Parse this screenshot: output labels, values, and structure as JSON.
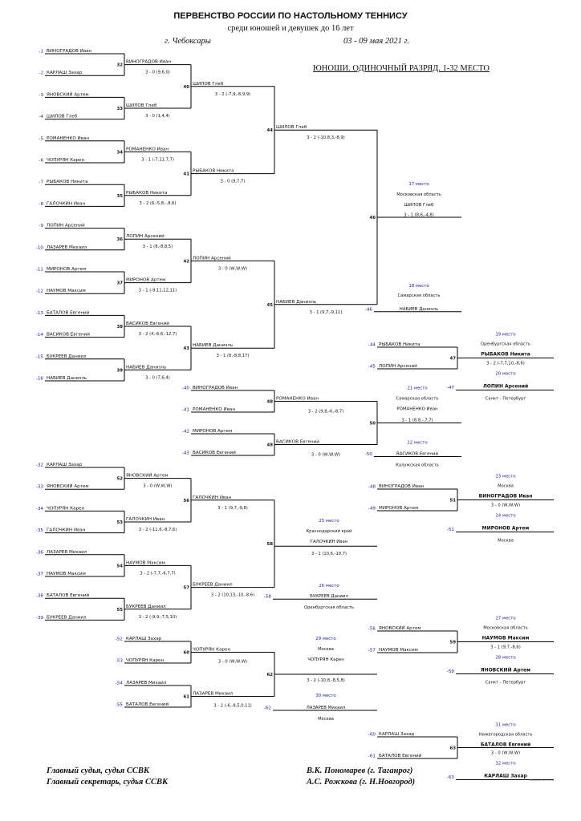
{
  "header": {
    "title": "ПЕРВЕНСТВО РОССИИ ПО НАСТОЛЬНОМУ ТЕННИСУ",
    "subtitle": "среди юношей и девушек до 16 лет",
    "city": "г. Чебоксары",
    "dates": "03 - 09 мая 2021 г.",
    "event": "ЮНОШИ.  ОДИНОЧНЫЙ РАЗРЯД. 1-32 МЕСТО"
  },
  "footer": {
    "chief_judge_title": "Главный судья, судья ССВК",
    "chief_judge_name": "В.К. Пономарев (г. Таганрог)",
    "secretary_title": "Главный секретарь, судья ССВК",
    "secretary_name": "А.С. Рожкова (г. Н.Новгород)",
    "watermark": "ttwayasamsunda.ru"
  },
  "colors": {
    "line": "#000000",
    "seed": "#1a1aa0",
    "place": "#1a1aa0"
  },
  "matches": [
    {
      "n": "32",
      "a": "-1",
      "an": "ВИНОГРАДОВ Иван",
      "b": "-2",
      "bn": "КАРЛАШ Захар",
      "w": "ВИНОГРАДОВ Иван",
      "s": "3 - 0 (9,6,0)"
    },
    {
      "n": "33",
      "a": "-3",
      "an": "ЯНОВСКИЙ Артем",
      "b": "-4",
      "bn": "ШИЛОВ Глеб",
      "w": "ШИЛОВ Глеб",
      "s": "3 - 0 (1,4,4)"
    },
    {
      "n": "34",
      "a": "-5",
      "an": "РОМАНЕНКО Иван",
      "b": "-6",
      "bn": "ЧОПУРЯН Карен",
      "w": "РОМАНЕНКО Иван",
      "s": "3 - 1 (-7,11,7,7)"
    },
    {
      "n": "35",
      "a": "-7",
      "an": "РЫБАКОВ Никита",
      "b": "-8",
      "bn": "ГАЛОЧКИН Иван",
      "w": "РЫБАКОВ Никита",
      "s": "3 - 2 (6,-5,8,-,8,6)"
    },
    {
      "n": "36",
      "a": "-9",
      "an": "ЛОПИН Арсений",
      "b": "-10",
      "bn": "ЛАЗАРЕВ Михаил",
      "w": "ЛОПИН Арсений",
      "s": "3 - 1 (8,-8,8,5)"
    },
    {
      "n": "37",
      "a": "-11",
      "an": "МИРОНОВ Артем",
      "b": "-12",
      "bn": "НАУМОВ Максим",
      "w": "МИРОНОВ Артем",
      "s": "3 - 1 (-9,11,12,11)"
    },
    {
      "n": "38",
      "a": "-13",
      "an": "БАТАЛОВ Евгений",
      "b": "-14",
      "bn": "ВАСИКОВ Евгений",
      "w": "ВАСИКОВ Евгений",
      "s": "3 - 2 (4,-6,6,-12,7)"
    },
    {
      "n": "39",
      "a": "-15",
      "an": "БУКРЕЕВ Даниил",
      "b": "-16",
      "bn": "НАБИЕВ Даниэль",
      "w": "НАБИЕВ Даниэль",
      "s": "3 - 0 (7,6,4)"
    },
    {
      "n": "40",
      "w": "ШИЛОВ Глеб",
      "s": "3 - 2 (-7,9,-8,9,9)"
    },
    {
      "n": "41",
      "w": "РЫБАКОВ Никита",
      "s": "3 - 0 (9,7,7)"
    },
    {
      "n": "42",
      "w": "ЛОПИН Арсений",
      "s": "3 - 0 (W,W,W)"
    },
    {
      "n": "43",
      "w": "НАБИЕВ Даниэль",
      "s": "3 - 1 (8,-8,8,17)"
    },
    {
      "n": "44",
      "w": "ШИЛОВ Глеб",
      "s": "3 - 2 (-10,8,3,-8,9)"
    },
    {
      "n": "45",
      "w": "НАБИЕВ Даниэль",
      "s": "3 - 1 (9,7,-9,11)"
    },
    {
      "n": "46",
      "s": "3 - 1 (8,6,-4,8)"
    },
    {
      "n": "47",
      "a": "-44",
      "an": "РЫБАКОВ Никита",
      "b": "-45",
      "bn": "ЛОПИН Арсений",
      "w": "РЫБАКОВ Никита",
      "s": "3 - 2 (-7,7,10,-8,6)",
      "l": "ЛОПИН Арсений"
    },
    {
      "n": "48",
      "a": "-40",
      "an": "ВИНОГРАДОВ Иван",
      "b": "-41",
      "bn": "РОМАНЕНКО Иван",
      "w": "РОМАНЕНКО Иван",
      "s": "3 - 2 (9,8,-6,-8,7)"
    },
    {
      "n": "49",
      "a": "-42",
      "an": "МИРОНОВ Артем",
      "b": "-43",
      "bn": "ВАСИКОВ Евгений",
      "w": "ВАСИКОВ Евгений",
      "s": "3 - 0 (W,W,W)"
    },
    {
      "n": "50",
      "s": "3 - 1 (8,8,-,7,7)"
    },
    {
      "n": "51",
      "a": "-48",
      "an": "ВИНОГРАДОВ Иван",
      "b": "-49",
      "bn": "МИРОНОВ Артем",
      "w": "ВИНОГРАДОВ Иван",
      "s": "3 - 0 (W,W,W)",
      "l": "МИРОНОВ Артем"
    },
    {
      "n": "52",
      "a": "-32",
      "an": "КАРЛАШ Захар",
      "b": "-33",
      "bn": "ЯНОВСКИЙ Артем",
      "w": "ЯНОВСКИЙ Артем",
      "s": "3 - 0 (W,W,W)"
    },
    {
      "n": "53",
      "a": "-34",
      "an": "ЧОПУРЯН Карен",
      "b": "-35",
      "bn": "ГАЛОЧКИН Иван",
      "w": "ГАЛОЧКИН Иван",
      "s": "3 - 2 (-11,6,-8,7,6)"
    },
    {
      "n": "54",
      "a": "-36",
      "an": "ЛАЗАРЕВ Михаил",
      "b": "-37",
      "bn": "НАУМОВ Максим",
      "w": "НАУМОВ Максим",
      "s": "3 - 2 (-7,7,-6,7,7)"
    },
    {
      "n": "55",
      "a": "-38",
      "an": "БАТАЛОВ Евгений",
      "b": "-39",
      "bn": "БУКРЕЕВ Даниил",
      "w": "БУКРЕЕВ Даниил",
      "s": "3 - 2 (-9,9,-7,5,10)"
    },
    {
      "n": "56",
      "w": "ГАЛОЧКИН Иван",
      "s": "3 - 1 (9,7,-9,8)"
    },
    {
      "n": "57",
      "w": "БУКРЕЕВ Даниил",
      "s": "3 - 2 (10,13,-10,-8,6)"
    },
    {
      "n": "58",
      "s": "3 - 1 (10,6,-10,7)"
    },
    {
      "n": "59",
      "a": "-56",
      "an": "ЯНОВСКИЙ Артем",
      "b": "-57",
      "bn": "НАУМОВ Максим",
      "w": "НАУМОВ Максим",
      "s": "3 - 1 (9,7,-8,6)",
      "l": "ЯНОВСКИЙ Артем"
    },
    {
      "n": "60",
      "a": "-52",
      "an": "КАРЛАШ Захар",
      "b": "-53",
      "bn": "ЧОПУРЯН Карен",
      "w": "ЧОПУРЯН Карен",
      "s": "3 - 0 (W,W,W)"
    },
    {
      "n": "61",
      "a": "-54",
      "an": "ЛАЗАРЕВ Михаил",
      "b": "-55",
      "bn": "БАТАЛОВ Евгений",
      "w": "ЛАЗАРЕВ Михаил",
      "s": "3 - 2 (-6,-8,5,0,11)"
    },
    {
      "n": "62",
      "s": "3 - 2 (-10,8,-8,5,8)"
    },
    {
      "n": "63",
      "a": "-60",
      "an": "КАРЛАШ Захар",
      "b": "-61",
      "bn": "БАТАЛОВ Евгений",
      "w": "БАТАЛОВ Евгений",
      "s": "3 - 0 (W,W,W)",
      "l": "КАРЛАШ Захар"
    }
  ],
  "places": [
    {
      "place": "17 место",
      "region": "Московская область",
      "name": "ШИЛОВ Глеб"
    },
    {
      "place": "18 место",
      "region": "Самарская область",
      "name": "НАБИЕВ Даниэль",
      "seed": "-46"
    },
    {
      "place": "19 место",
      "region": "Оренбургская область",
      "name": "РЫБАКОВ Никита"
    },
    {
      "place": "20 место",
      "region": "Санкт - Петербург",
      "name": "ЛОПИН Арсений",
      "seed": "-47"
    },
    {
      "place": "21 место",
      "region": "Самарская область",
      "name": "РОМАНЕНКО Иван"
    },
    {
      "place": "22 место",
      "region": "Калужская область",
      "name": "ВАСИКОВ Евгений",
      "seed": "-50"
    },
    {
      "place": "23 место",
      "region": "Москва",
      "name": "ВИНОГРАДОВ Иван"
    },
    {
      "place": "24 место",
      "region": "Москва",
      "name": "МИРОНОВ Артем",
      "seed": "-51"
    },
    {
      "place": "25 место",
      "region": "Краснодарский край",
      "name": "ГАЛОЧКИН Иван"
    },
    {
      "place": "26 место",
      "region": "Оренбургская область",
      "name": "БУКРЕЕВ Даниил",
      "seed": "-58"
    },
    {
      "place": "27 место",
      "region": "Московская область",
      "name": "НАУМОВ Максим"
    },
    {
      "place": "28 место",
      "region": "Санкт - Петербург",
      "name": "ЯНОВСКИЙ Артем",
      "seed": "-59"
    },
    {
      "place": "29 место",
      "region": "Москва",
      "name": "ЧОПУРЯН Карен"
    },
    {
      "place": "30 место",
      "region": "Москва",
      "name": "ЛАЗАРЕВ Михаил",
      "seed": "-62"
    },
    {
      "place": "31 место",
      "region": "Нижегородская область",
      "name": "БАТАЛОВ Евгений"
    },
    {
      "place": "32 место",
      "region": "",
      "name": "КАРЛАШ Захар",
      "seed": "-63"
    }
  ]
}
